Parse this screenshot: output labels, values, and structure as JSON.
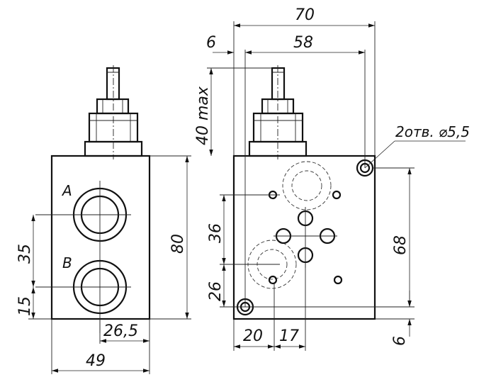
{
  "drawing": {
    "left_view": {
      "port_a_label": "A",
      "port_b_label": "B",
      "dim_35": "35",
      "dim_15": "15",
      "dim_26_5": "26,5",
      "dim_49": "49",
      "dim_80": "80"
    },
    "right_view": {
      "dim_70": "70",
      "dim_6_top": "6",
      "dim_58": "58",
      "dim_40max": "40 max",
      "hole_note": "2отв. ⌀5,5",
      "dim_36": "36",
      "dim_26": "26",
      "dim_68": "68",
      "dim_20": "20",
      "dim_17": "17",
      "dim_6_bottom": "6"
    }
  }
}
